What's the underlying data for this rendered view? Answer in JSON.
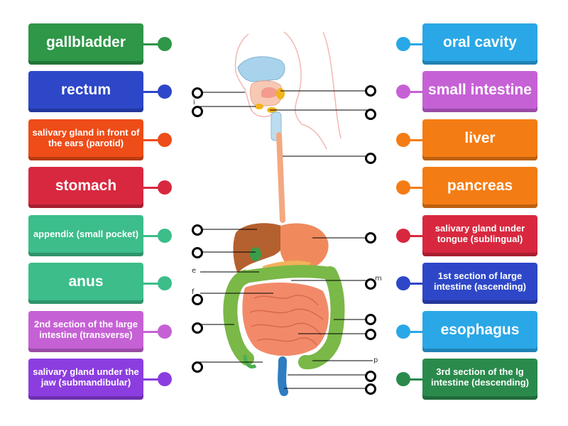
{
  "left_cards": [
    {
      "label": "gallbladder",
      "color": "#2e9748"
    },
    {
      "label": "rectum",
      "color": "#2d47c8"
    },
    {
      "label": "salivary gland in front of the ears (parotid)",
      "color": "#ee4c18"
    },
    {
      "label": "stomach",
      "color": "#d8283f"
    },
    {
      "label": "appendix (small pocket)",
      "color": "#3cbd8a"
    },
    {
      "label": "anus",
      "color": "#3cbd8a"
    },
    {
      "label": "2nd section of the large intestine (transverse)",
      "color": "#c661d5"
    },
    {
      "label": "salivary gland under the jaw (submandibular)",
      "color": "#8c3de0"
    }
  ],
  "right_cards": [
    {
      "label": "oral cavity",
      "color": "#2aa7e6"
    },
    {
      "label": "small intestine",
      "color": "#c661d5"
    },
    {
      "label": "liver",
      "color": "#f47c14"
    },
    {
      "label": "pancreas",
      "color": "#f47c14"
    },
    {
      "label": "salivary gland under tongue (sublingual)",
      "color": "#d8283f"
    },
    {
      "label": "1st section of large intestine (ascending)",
      "color": "#2d47c8"
    },
    {
      "label": "esophagus",
      "color": "#2aa7e6"
    },
    {
      "label": "3rd section of the lg intestine (descending)",
      "color": "#2a8a4c"
    }
  ],
  "diagram_letters": [
    "i",
    "e",
    "f",
    "m",
    "p"
  ]
}
